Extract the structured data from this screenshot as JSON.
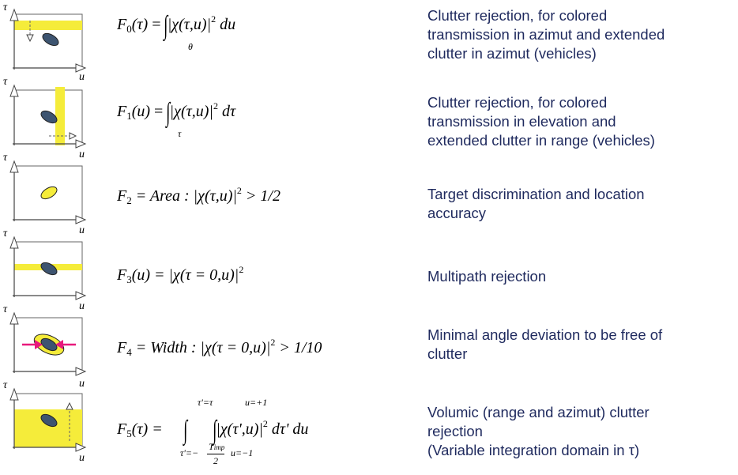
{
  "rows": [
    {
      "formula": {
        "lhs": "F",
        "sub": "0",
        "arg": "(τ)",
        "eq": " = ",
        "body_pre": "|χ(τ,u)|",
        "sup": "2",
        "body_post": " du",
        "lower": "θ",
        "upper": ""
      },
      "description": [
        "Clutter rejection, for colored",
        "transmission in azimut and extended",
        "clutter in azimut (vehicles)"
      ]
    },
    {
      "formula": {
        "lhs": "F",
        "sub": "1",
        "arg": "(u)",
        "eq": " = ",
        "body_pre": "|χ(τ,u)|",
        "sup": "2",
        "body_post": " dτ",
        "lower": "τ",
        "upper": ""
      },
      "description": [
        "Clutter rejection, for colored",
        "transmission in elevation and",
        "extended clutter in range (vehicles)"
      ]
    },
    {
      "formula": {
        "lhs": "F",
        "sub": "2",
        "text": " = Area : |χ(τ,u)|",
        "sup": "2",
        "tail": " > 1/2"
      },
      "description": [
        "Target discrimination and location",
        "accuracy"
      ]
    },
    {
      "formula": {
        "lhs": "F",
        "sub": "3",
        "text": "(u) = |χ(τ = 0,u)|",
        "sup": "2",
        "tail": ""
      },
      "description": [
        "Multipath rejection"
      ]
    },
    {
      "formula": {
        "lhs": "F",
        "sub": "4",
        "text": " = Width : |χ(τ = 0,u)|",
        "sup": "2",
        "tail": " > 1/10"
      },
      "description": [
        "Minimal angle deviation to be free of",
        "clutter"
      ]
    },
    {
      "formula": {
        "lhs": "F",
        "sub": "5",
        "arg": "(τ) = ",
        "body_pre": "|χ(τ',u)|",
        "sup": "2",
        "body_post": " dτ' du",
        "outer_upper": "τ'=τ",
        "outer_lower": "τ'=−",
        "outer_lower_frac_num": "T",
        "outer_lower_frac_sub": "imp",
        "outer_lower_frac_den": "2",
        "inner_upper": "u=+1",
        "inner_lower": "u=−1"
      },
      "description": [
        "Volumic (range and azimut) clutter",
        "rejection",
        "(Variable integration domain in τ)"
      ]
    }
  ],
  "axis_labels": {
    "tau": "τ",
    "u": "u"
  },
  "colors": {
    "highlight": "#f5ec3a",
    "ellipse": "#3d5470",
    "arrow": "#e8197c",
    "text": "#1f2a5e"
  }
}
